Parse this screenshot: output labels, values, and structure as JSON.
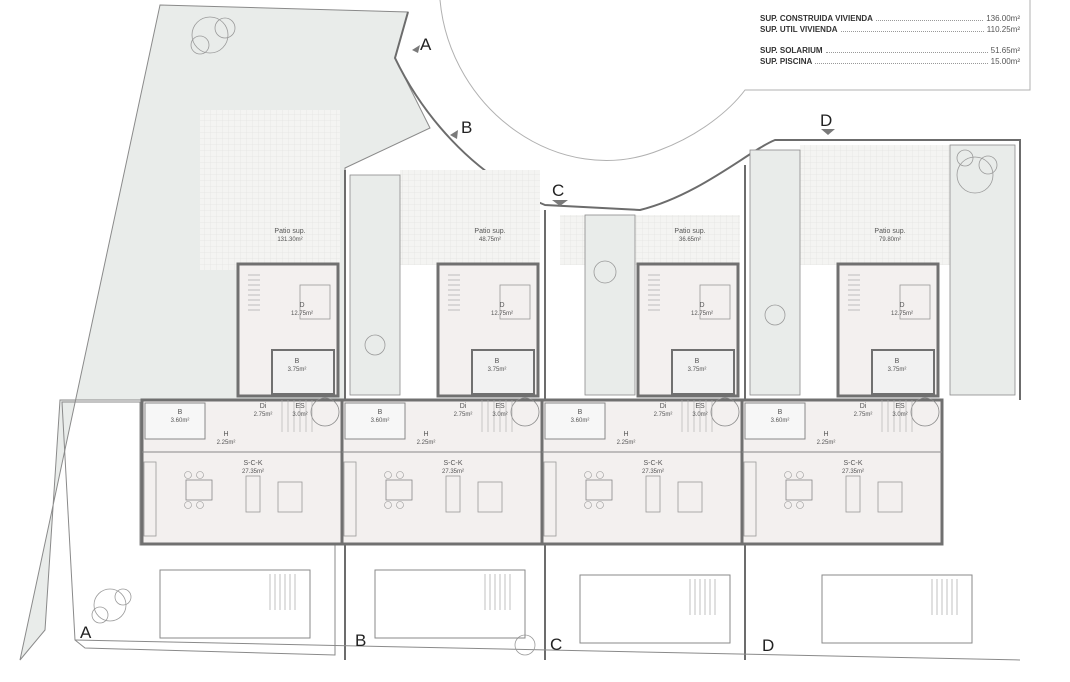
{
  "summary": {
    "rows1": [
      {
        "label": "SUP. CONSTRUIDA VIVIENDA",
        "value": "136.00m²"
      },
      {
        "label": "SUP. UTIL VIVIENDA",
        "value": "110.25m²"
      }
    ],
    "rows2": [
      {
        "label": "SUP. SOLARIUM",
        "value": "51.65m²"
      },
      {
        "label": "SUP. PISCINA",
        "value": "15.00m²"
      }
    ]
  },
  "units": [
    {
      "patio_label": "Patio sup.",
      "patio_area": "131.30m²",
      "d_area": "12.75m²",
      "b_upper_area": "3.75m²",
      "di_area": "2.75m²",
      "es_area": "3.0m²",
      "b_lower_area": "3.60m²",
      "h_area": "2.25m²",
      "sck_area": "27.35m²"
    },
    {
      "patio_label": "Patio sup.",
      "patio_area": "48.75m²",
      "d_area": "12.75m²",
      "b_upper_area": "3.75m²",
      "di_area": "2.75m²",
      "es_area": "3.0m²",
      "b_lower_area": "3.60m²",
      "h_area": "2.25m²",
      "sck_area": "27.35m²"
    },
    {
      "patio_label": "Patio sup.",
      "patio_area": "36.65m²",
      "d_area": "12.75m²",
      "b_upper_area": "3.75m²",
      "di_area": "2.75m²",
      "es_area": "3.0m²",
      "b_lower_area": "3.60m²",
      "h_area": "2.25m²",
      "sck_area": "27.35m²"
    },
    {
      "patio_label": "Patio sup.",
      "patio_area": "79.80m²",
      "d_area": "12.75m²",
      "b_upper_area": "3.75m²",
      "di_area": "2.75m²",
      "es_area": "3.0m²",
      "b_lower_area": "3.60m²",
      "h_area": "2.25m²",
      "sck_area": "27.35m²"
    }
  ],
  "room_labels": {
    "d": "D",
    "b": "B",
    "di": "Di",
    "es": "ES",
    "h": "H",
    "sck": "S-C-K"
  },
  "sections": {
    "a": "A",
    "b": "B",
    "c": "C",
    "d": "D"
  },
  "colors": {
    "garden": "#e9ecea",
    "floor": "#f3f0ef",
    "wall": "#707070",
    "line": "#8a8a8a"
  }
}
